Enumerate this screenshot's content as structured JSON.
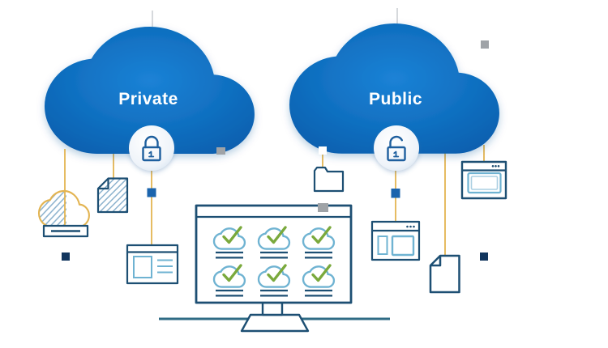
{
  "figure": {
    "description": "Hybrid cloud illustration with private and public clouds connected to devices and documents",
    "private_cloud": {
      "label": "Private",
      "lock_state": "locked"
    },
    "public_cloud": {
      "label": "Public",
      "lock_state": "unlocked"
    }
  },
  "icons": [
    "locked-padlock-icon",
    "unlocked-padlock-icon",
    "storage-cloud-icon",
    "hatched-document-icon",
    "browser-card-icon",
    "monitor-icon",
    "cloud-check-icon",
    "folder-icon",
    "browser-window-icon",
    "small-browser-icon",
    "document-icon",
    "connector-square"
  ],
  "colors": {
    "cloud-blue": "#106fc0",
    "cloud-blue-light": "#1b82d6",
    "cloud-blue-dark": "#0a5dac",
    "outline-navy": "#1d4f73",
    "table-teal": "#2f6b85",
    "accent-gold": "#e3b451",
    "accent-teal": "#6fb3d2",
    "accent-teal-light": "#aacfe2",
    "check-green": "#7aa93c",
    "hatch-blue": "#86aecb",
    "square-blue": "#1b64ad",
    "square-navy": "#12365e",
    "square-gray": "#9fa3a7",
    "lock-stroke": "#1e5f9e",
    "faint-line-gray": "#c9ccd0",
    "white": "#ffffff"
  }
}
